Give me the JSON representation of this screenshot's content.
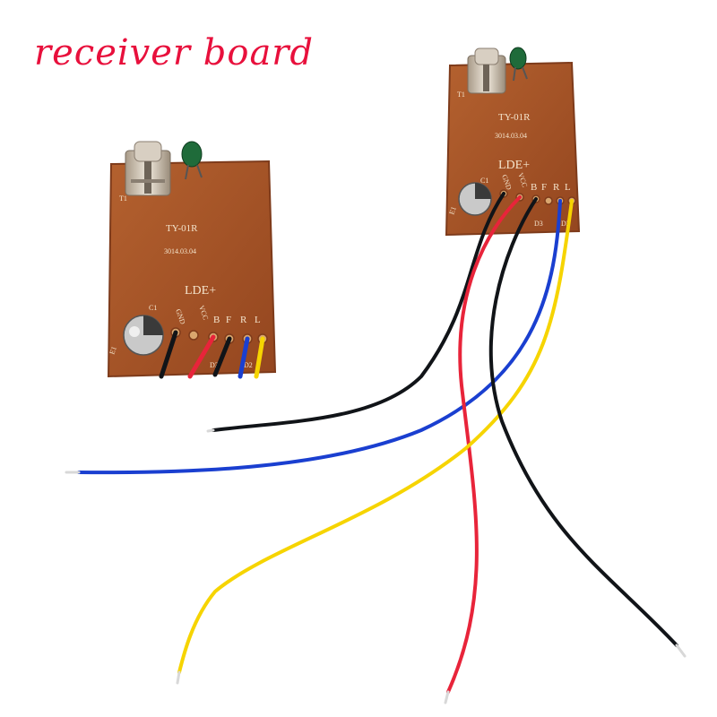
{
  "caption": "receiver board",
  "boards": [
    {
      "model": "TY-01R",
      "date": "3014.03.04",
      "ref_t1": "T1",
      "ref_c1": "C1",
      "ref_e1": "E1",
      "led_label": "LDE+",
      "pins": [
        "GND",
        "VCC",
        "B",
        "F",
        "R",
        "L"
      ],
      "pad_labels": [
        "D3",
        "D2"
      ]
    },
    {
      "model": "TY-01R",
      "date": "3014.03.04",
      "ref_t1": "T1",
      "ref_c1": "C1",
      "ref_e1": "E1",
      "led_label": "LDE+",
      "pins": [
        "GND",
        "VCC",
        "B",
        "F",
        "R",
        "L"
      ],
      "pad_labels": [
        "D3",
        "D2"
      ]
    }
  ],
  "wire_colors": {
    "black": "#111418",
    "red": "#e8243a",
    "blue": "#1a3fd0",
    "yellow": "#f6d400"
  },
  "colors": {
    "pcb": "#a5532a",
    "pcb_edge": "#8a4220",
    "silkscreen": "#f4e4cc",
    "capacitor": "#1f6b3a",
    "copper_tip": "#d8d8d8"
  }
}
